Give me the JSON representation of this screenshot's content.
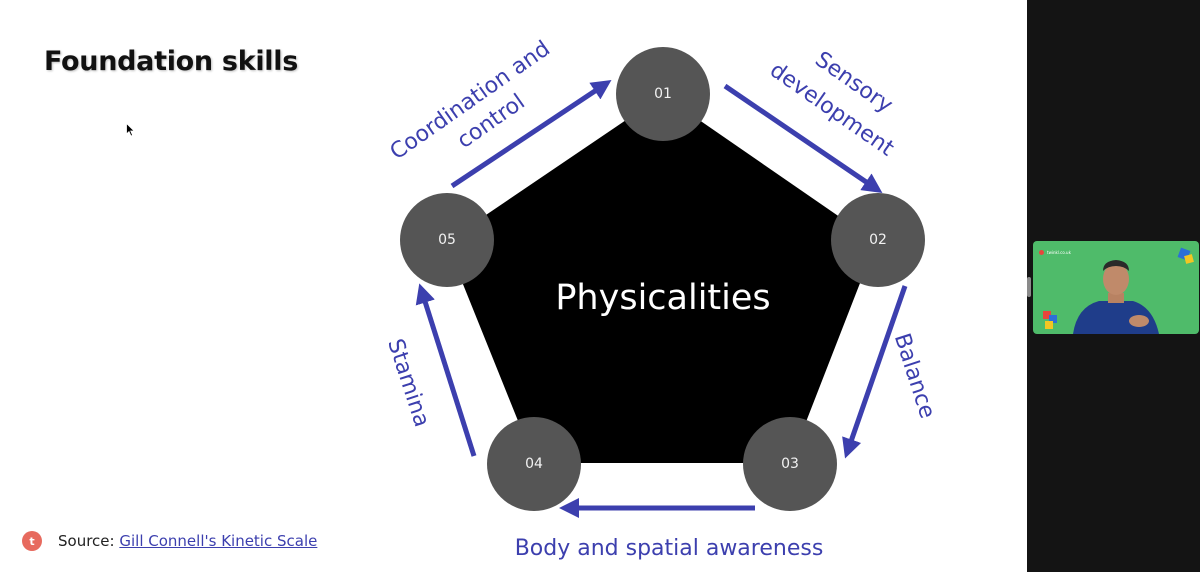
{
  "slide": {
    "title": "Foundation skills",
    "center_label": "Physicalities",
    "nodes": [
      {
        "id": "01"
      },
      {
        "id": "02"
      },
      {
        "id": "03"
      },
      {
        "id": "04"
      },
      {
        "id": "05"
      }
    ],
    "arrow_labels": {
      "top_left_line1": "Coordination and",
      "top_left_line2": "control",
      "top_right_line1": "Sensory",
      "top_right_line2": "development",
      "right": "Balance",
      "bottom": "Body and spatial awareness",
      "left": "Stamina"
    },
    "source_prefix": "Source",
    "source_sep": ": ",
    "source_link": "Gill Connell's Kinetic Scale",
    "logo_letter": "t"
  },
  "colors": {
    "accent": "#3c3fae",
    "node_fill": "#555555",
    "pentagon_fill": "#000000",
    "tile_bg": "#4fbb6a"
  },
  "video_tile": {
    "participant_name": "twinkl.co.uk"
  }
}
